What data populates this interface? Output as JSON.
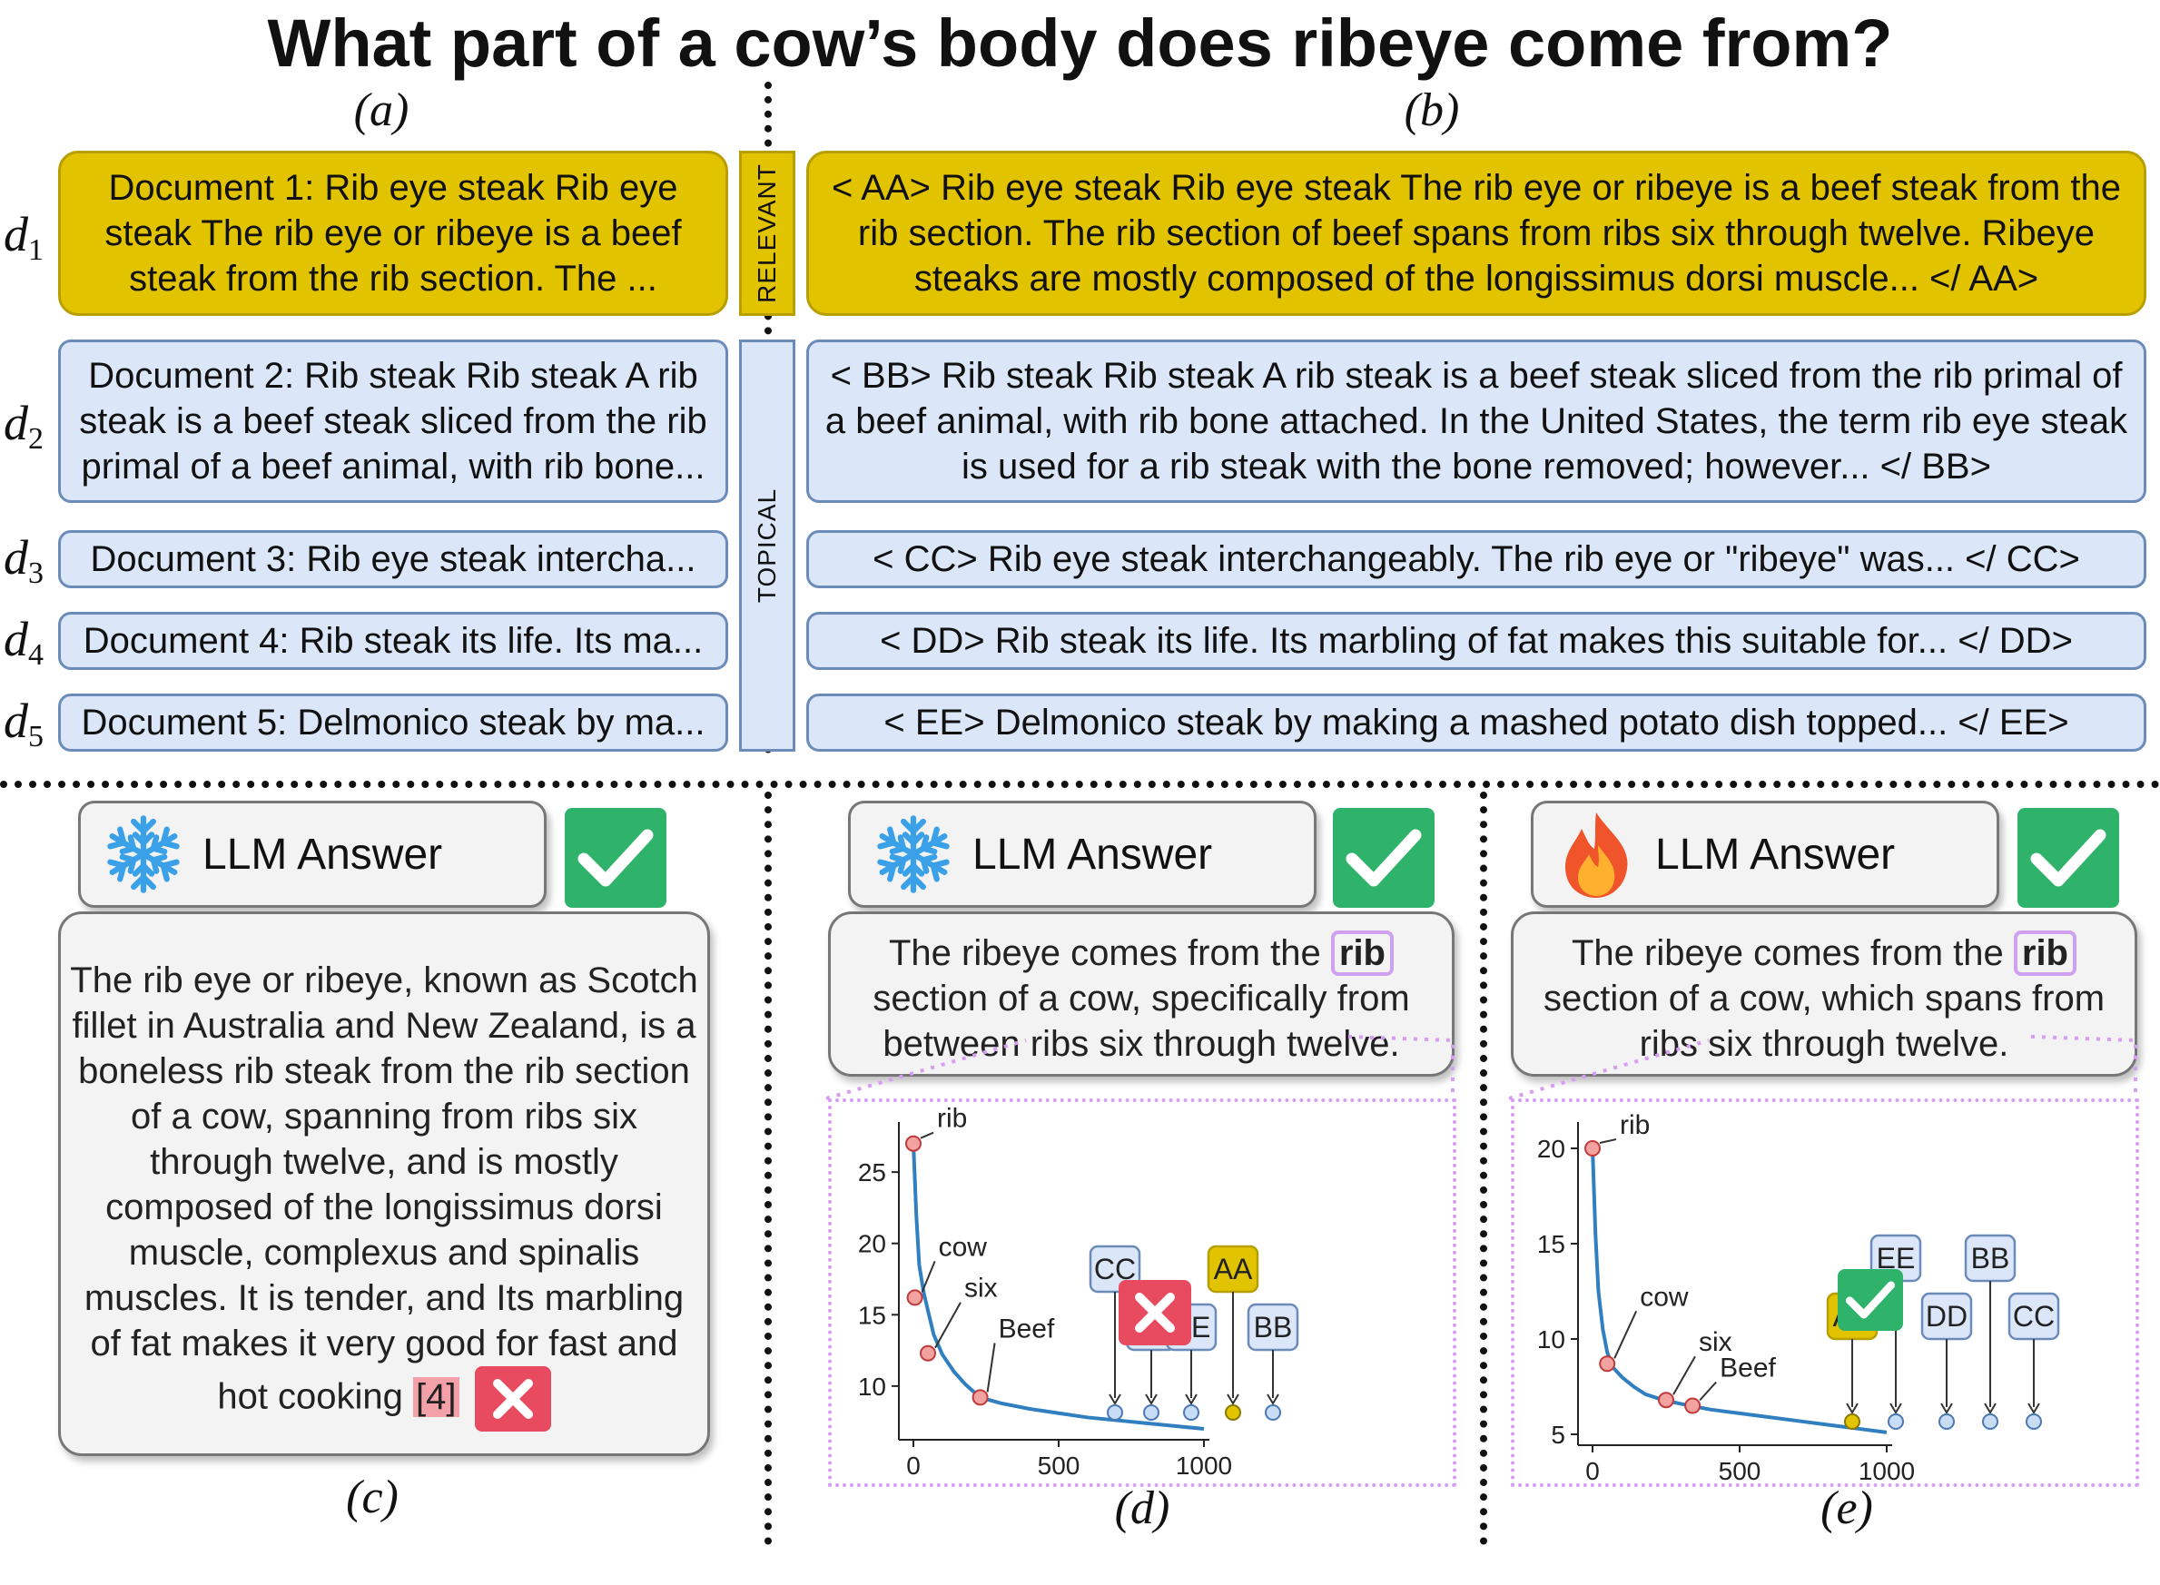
{
  "title": "What part of a cow’s body does ribeye come from?",
  "panel_labels": {
    "a": "(a)",
    "b": "(b)",
    "c": "(c)",
    "d": "(d)",
    "e": "(e)"
  },
  "doc_labels": [
    {
      "letter": "d",
      "index": "1"
    },
    {
      "letter": "d",
      "index": "2"
    },
    {
      "letter": "d",
      "index": "3"
    },
    {
      "letter": "d",
      "index": "4"
    },
    {
      "letter": "d",
      "index": "5"
    }
  ],
  "relevance_tags": {
    "relevant": "RELEVANT",
    "topical": "TOPICAL"
  },
  "documents_a": [
    "Document 1: Rib eye steak Rib eye steak The rib eye or ribeye is a beef steak from the rib section. The ...",
    "Document 2: Rib steak Rib steak A rib steak is a beef steak sliced from the rib primal of a beef animal, with rib bone...",
    "Document 3: Rib eye steak intercha...",
    "Document 4: Rib steak its life. Its ma...",
    "Document 5: Delmonico steak by ma..."
  ],
  "documents_b": [
    "< AA> Rib eye steak Rib eye steak The rib eye or ribeye is a beef steak from the rib section. The rib section of beef spans from ribs six through twelve. Ribeye steaks are mostly composed of the longissimus dorsi muscle... </ AA>",
    "< BB> Rib steak Rib steak A rib steak is a beef steak sliced from the rib primal of a beef animal, with rib bone attached. In the United States, the term rib eye steak is used for a rib steak with the bone removed; however... </ BB>",
    "< CC> Rib eye steak interchangeably. The rib eye or \"ribeye\" was... </ CC>",
    "< DD> Rib steak its life. Its marbling of fat makes this suitable for... </ DD>",
    "< EE> Delmonico steak by making a mashed potato dish topped... </ EE>"
  ],
  "llm_header_label": "LLM Answer",
  "icons": {
    "frozen": "snowflake-icon",
    "trained": "flame-icon",
    "correct": "check-icon",
    "wrong": "cross-icon"
  },
  "colors": {
    "relevant": "#e2c300",
    "topical": "#dbe7f8",
    "curve": "#2f7fc1",
    "check": "#2fb36b",
    "cross": "#e84a5f",
    "highlight": "#cfa0ef"
  },
  "answer_c": {
    "text": "The rib eye or ribeye, known as Scotch fillet in Australia and New Zealand, is a boneless rib steak  from the rib section of a cow,  spanning from ribs six through twelve, and is mostly composed of the longissimus dorsi muscle, complexus and spinalis muscles. It is tender, and Its marbling of fat makes it very good for fast and hot cooking",
    "citation": "[4]"
  },
  "answer_d": {
    "before": "The ribeye comes from the",
    "highlight": "rib",
    "after": "section of a cow, specifically from between ribs six through twelve."
  },
  "answer_e": {
    "before": "The ribeye comes from the",
    "highlight": "rib",
    "after": "section of a cow, which spans from ribs six through twelve."
  },
  "chart_data": [
    {
      "type": "line",
      "panel": "d",
      "xlim": [
        0,
        1000
      ],
      "ylim": [
        7,
        28
      ],
      "x_ticks": [
        0,
        500,
        1000
      ],
      "y_ticks": [
        10,
        15,
        20,
        25
      ],
      "curve": {
        "x": [
          0,
          10,
          20,
          35,
          50,
          70,
          100,
          140,
          180,
          230,
          300,
          400,
          500,
          600,
          700,
          800,
          900,
          1000
        ],
        "y": [
          27,
          22,
          18.5,
          16.6,
          15.3,
          13.6,
          12.2,
          11.0,
          10.1,
          9.2,
          8.8,
          8.4,
          8.1,
          7.8,
          7.6,
          7.4,
          7.2,
          7.0
        ]
      },
      "points": [
        {
          "label": "rib",
          "x": 0,
          "y": 27
        },
        {
          "label": "cow",
          "x": 5,
          "y": 16.2
        },
        {
          "label": "six",
          "x": 50,
          "y": 12.3
        },
        {
          "label": "Beef",
          "x": 230,
          "y": 9.2
        }
      ],
      "tags": [
        {
          "label": "CC",
          "relevant": false
        },
        {
          "label": "DD",
          "relevant": false
        },
        {
          "label": "EE",
          "relevant": false
        },
        {
          "label": "AA",
          "relevant": true
        },
        {
          "label": "BB",
          "relevant": false
        }
      ]
    },
    {
      "type": "line",
      "panel": "e",
      "xlim": [
        0,
        1000
      ],
      "ylim": [
        5,
        21
      ],
      "x_ticks": [
        0,
        500,
        1000
      ],
      "y_ticks": [
        5,
        10,
        15,
        20
      ],
      "curve": {
        "x": [
          0,
          10,
          20,
          35,
          50,
          70,
          100,
          140,
          180,
          240,
          300,
          400,
          500,
          600,
          700,
          800,
          900,
          1000
        ],
        "y": [
          20,
          15.5,
          12.5,
          10.5,
          9.3,
          8.5,
          8.0,
          7.5,
          7.1,
          6.8,
          6.6,
          6.3,
          6.1,
          5.9,
          5.7,
          5.5,
          5.3,
          5.1
        ]
      },
      "points": [
        {
          "label": "rib",
          "x": 0,
          "y": 20
        },
        {
          "label": "cow",
          "x": 50,
          "y": 8.7
        },
        {
          "label": "six",
          "x": 250,
          "y": 6.8
        },
        {
          "label": "Beef",
          "x": 340,
          "y": 6.5
        }
      ],
      "tags": [
        {
          "label": "AA",
          "relevant": true
        },
        {
          "label": "EE",
          "relevant": false
        },
        {
          "label": "DD",
          "relevant": false
        },
        {
          "label": "BB",
          "relevant": false
        },
        {
          "label": "CC",
          "relevant": false
        }
      ]
    }
  ]
}
